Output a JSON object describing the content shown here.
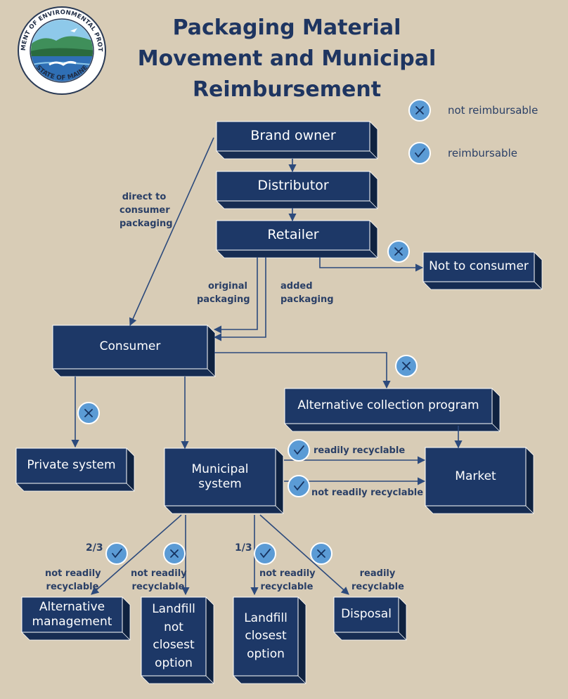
{
  "title": [
    "Packaging Material",
    "Movement and Municipal",
    "Reimbursement"
  ],
  "logo": {
    "top_text": "DEPARTMENT OF ENVIRONMENTAL PROTECTION",
    "bottom_text": "STATE OF MAINE"
  },
  "legend": {
    "not_reimbursable": "not reimbursable",
    "reimbursable": "reimbursable"
  },
  "colors": {
    "background": "#d8ccb6",
    "box_front": "#1d3867",
    "box_depth": "#0f2240",
    "arrow": "#2c4a7c",
    "badge": "#5b9bd5",
    "title": "#1e3561"
  },
  "nodes": {
    "brand_owner": "Brand owner",
    "distributor": "Distributor",
    "retailer": "Retailer",
    "not_to_consumer": "Not to consumer",
    "consumer": "Consumer",
    "alternative_collection": "Alternative collection program",
    "private_system": "Private system",
    "municipal_system": "Municipal system",
    "market": "Market",
    "alternative_management": "Alternative management",
    "landfill_not_closest": "Landfill not closest option",
    "landfill_closest": "Landfill closest option",
    "disposal": "Disposal"
  },
  "edge_labels": {
    "direct_to_consumer": [
      "direct to",
      "consumer",
      "packaging"
    ],
    "original_packaging": [
      "original",
      "packaging"
    ],
    "added_packaging": [
      "added",
      "packaging"
    ],
    "readily_recyclable_market": "readily recyclable",
    "not_readily_recyclable_market": "not readily recyclable",
    "alt_mgmt": [
      "not readily",
      "recyclable"
    ],
    "landfill_not_closest": [
      "not readily",
      "recyclable"
    ],
    "landfill_closest": [
      "not readily",
      "recyclable"
    ],
    "disposal": [
      "readily",
      "recyclable"
    ],
    "fraction_two_thirds": "2/3",
    "fraction_one_third": "1/3"
  }
}
